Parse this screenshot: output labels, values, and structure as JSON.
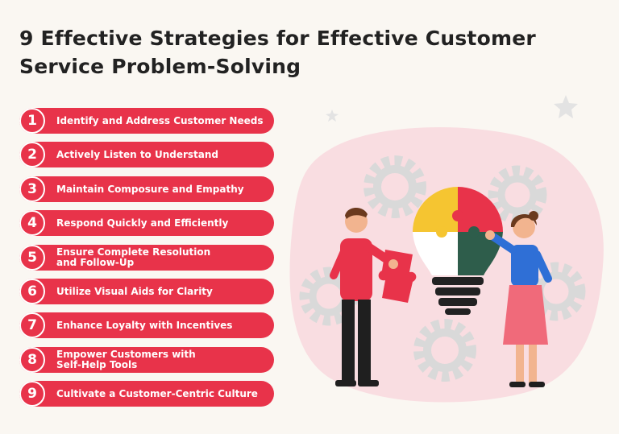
{
  "title": "9 Effective Strategies for Effective Customer Service Problem-Solving",
  "strategies": [
    {
      "number": "1",
      "label": "Identify and Address Customer Needs"
    },
    {
      "number": "2",
      "label": "Actively Listen to Understand"
    },
    {
      "number": "3",
      "label": "Maintain Composure and Empathy"
    },
    {
      "number": "4",
      "label": "Respond Quickly and Efficiently"
    },
    {
      "number": "5",
      "label": "Ensure Complete Resolution\nand Follow-Up"
    },
    {
      "number": "6",
      "label": "Utilize Visual Aids for Clarity"
    },
    {
      "number": "7",
      "label": "Enhance Loyalty with Incentives"
    },
    {
      "number": "8",
      "label": "Empower Customers with\nSelf-Help Tools"
    },
    {
      "number": "9",
      "label": "Cultivate a Customer-Centric Culture"
    }
  ],
  "colors": {
    "background": "#faf7f2",
    "accent": "#e8334a",
    "title_text": "#222222",
    "blob": "#f9dde1",
    "gear": "#d9d9d9",
    "puzzle_yellow": "#f5c531",
    "puzzle_red": "#e8334a",
    "puzzle_green": "#2e5d4b"
  },
  "illustration": {
    "icons": [
      "star-icon",
      "gear-icon",
      "lightbulb-puzzle-icon",
      "puzzle-piece-icon"
    ]
  }
}
